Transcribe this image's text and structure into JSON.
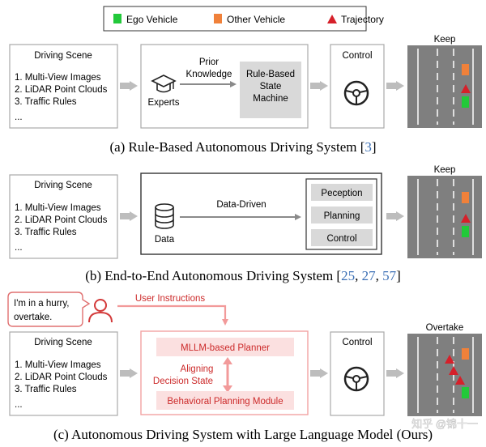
{
  "legend": {
    "ego": "Ego Vehicle",
    "other": "Other Vehicle",
    "trajectory": "Trajectory"
  },
  "colors": {
    "ego": "#22c93a",
    "other": "#f0813a",
    "trajectory": "#d6202a",
    "road": "#7f7f7f",
    "box_border": "#a9a9a9",
    "arrow": "#bdbdbd",
    "llm_border": "#f2a3a3",
    "llm_fill": "#fbe0e0",
    "llm_text": "#cc2a2a",
    "cite": "#3b6fb5"
  },
  "inputs": {
    "title": "Driving Scene",
    "line1": "1. Multi-View Images",
    "line2": "2. LiDAR Point Clouds",
    "line3": "3. Traffic Rules",
    "line4": "..."
  },
  "panel_a": {
    "prior": "Prior",
    "knowledge": "Knowledge",
    "experts": "Experts",
    "fsm_line1": "Rule-Based",
    "fsm_line2": "State",
    "fsm_line3": "Machine",
    "control": "Control",
    "road_label": "Keep",
    "caption": "(a) Rule-Based Autonomous Driving System [",
    "cite": "3",
    "caption_end": "]"
  },
  "panel_b": {
    "data_driven": "Data-Driven",
    "data": "Data",
    "perception": "Peception",
    "planning": "Planning",
    "control": "Control",
    "road_label": "Keep",
    "caption": "(b) End-to-End Autonomous Driving System [",
    "cite1": "25",
    "comma1": ", ",
    "cite2": "27",
    "comma2": ", ",
    "cite3": "57",
    "caption_end": "]"
  },
  "panel_c": {
    "bubble_line1": "I'm in a hurry,",
    "bubble_line2": "overtake.",
    "user_instructions": "User Instructions",
    "mllm_planner": "MLLM-based Planner",
    "aligning": "Aligning",
    "decision_state": "Decision State",
    "behavioral": "Behavioral Planning Module",
    "control": "Control",
    "road_label": "Overtake",
    "caption": "(c) Autonomous Driving System with Large Language Model (Ours)",
    "watermark": "知乎 @锦十一"
  }
}
